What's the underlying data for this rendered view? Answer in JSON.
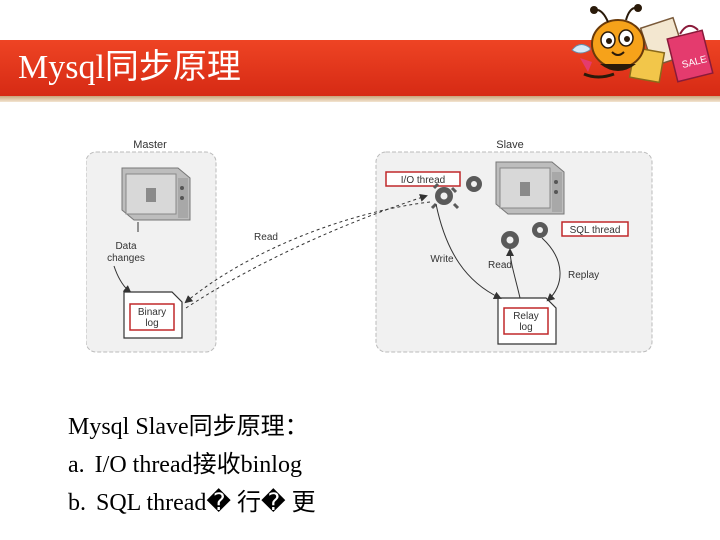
{
  "slide": {
    "title": "Mysql同步原理"
  },
  "diagram": {
    "master_label": "Master",
    "slave_label": "Slave",
    "data_changes_line1": "Data",
    "data_changes_line2": "changes",
    "binary_log_line1": "Binary",
    "binary_log_line2": "log",
    "read_label_master": "Read",
    "io_thread_label": "I/O thread",
    "sql_thread_label": "SQL thread",
    "write_label": "Write",
    "read_label_slave": "Read",
    "replay_label": "Replay",
    "relay_log_line1": "Relay",
    "relay_log_line2": "log"
  },
  "body": {
    "line1": "Mysql Slave同步原理：",
    "line2_marker": "a.",
    "line2_text": "I/O thread接收binlog",
    "line3_marker": "b.",
    "line3_text": "SQL thread� 行� 更"
  },
  "colors": {
    "title_band": "#e2301a",
    "highlight_box": "#c0282a"
  }
}
